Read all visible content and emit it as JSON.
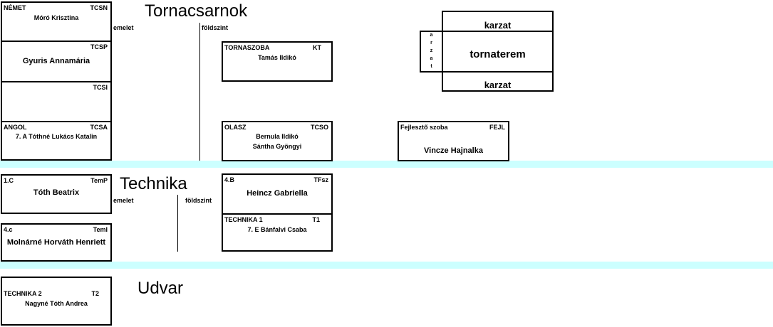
{
  "sections": {
    "tornacsarnok": "Tornacsarnok",
    "technika": "Technika",
    "udvar": "Udvar"
  },
  "levels": {
    "emelet": "emelet",
    "foldszint": "földszint"
  },
  "rooms": {
    "nemet": {
      "name": "NÉMET",
      "code": "TCSN",
      "teacher": "Móró Krisztina"
    },
    "tcsp": {
      "code": "TCSP",
      "teacher": "Gyuris Annamária"
    },
    "tcsi": {
      "code": "TCSI"
    },
    "angol": {
      "name": "ANGOL",
      "code": "TCSA",
      "teacher": "7. A Tóthné Lukács Katalin"
    },
    "tornaszoba": {
      "name": "TORNASZOBA",
      "code": "KT",
      "teacher": "Tamás Ildikó"
    },
    "olasz": {
      "name": "OLASZ",
      "code": "TCSO",
      "teacher1": "Bernula Ildikó",
      "teacher2": "Sántha Gyöngyi"
    },
    "fejleszto": {
      "name": "Fejlesztő szoba",
      "code": "FEJL",
      "teacher": "Vincze Hajnalka"
    },
    "c1": {
      "name": "1.C",
      "code": "TemP",
      "teacher": "Tóth Beatrix"
    },
    "c4": {
      "name": "4.c",
      "code": "TemI",
      "teacher": "Molnárné Horváth Henriett"
    },
    "b4": {
      "name": "4.B",
      "code": "TFsz",
      "teacher": "Heincz Gabriella"
    },
    "technika1": {
      "name": "TECHNIKA 1",
      "code": "T1",
      "teacher": "7. E Bánfalvi Csaba"
    },
    "technika2": {
      "name": "TECHNIKA 2",
      "code": "T2",
      "teacher": "Nagyné Tóth Andrea"
    }
  },
  "gym": {
    "karzat_top": "karzat",
    "tornaterem": "tornaterem",
    "karzat_bottom": "karzat",
    "karzat_side": [
      "a",
      "r",
      "z",
      "a",
      "t"
    ]
  }
}
